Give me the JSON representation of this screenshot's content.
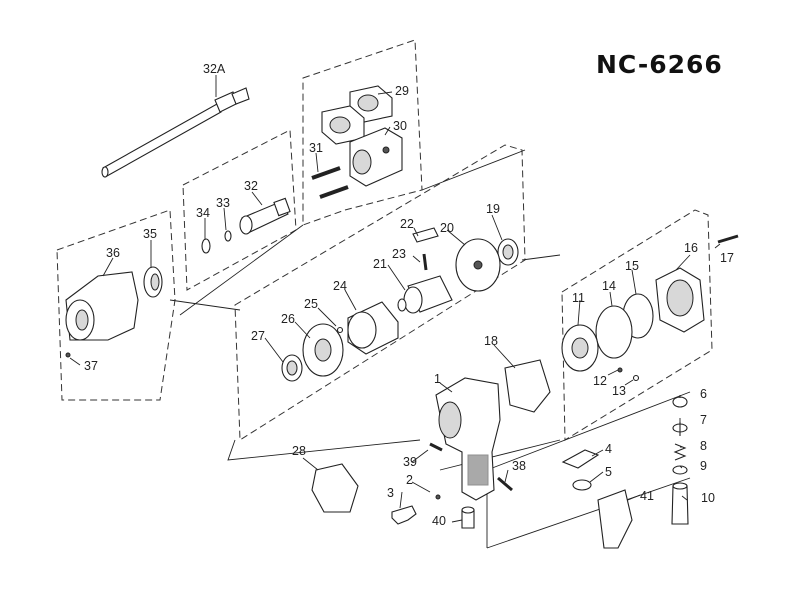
{
  "model": "NC-6266",
  "part_labels": [
    "32A",
    "29",
    "30",
    "31",
    "32",
    "33",
    "34",
    "35",
    "36",
    "37",
    "22",
    "23",
    "19",
    "20",
    "21",
    "24",
    "25",
    "26",
    "27",
    "16",
    "17",
    "15",
    "14",
    "11",
    "12",
    "13",
    "18",
    "1",
    "6",
    "7",
    "8",
    "9",
    "4",
    "5",
    "10",
    "41",
    "38",
    "39",
    "2",
    "3",
    "40",
    "28"
  ]
}
